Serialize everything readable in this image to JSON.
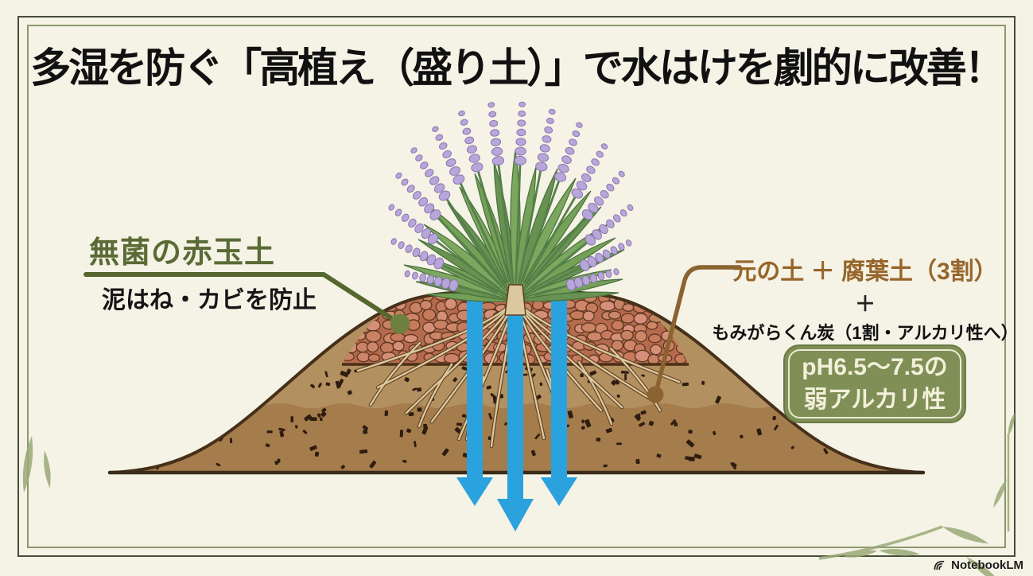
{
  "title": "多湿を防ぐ「高植え（盛り土）」で水はけを劇的に改善！",
  "labels": {
    "left": {
      "heading": "無菌の赤玉土",
      "sub": "泥はね・カビを防止"
    },
    "right": {
      "line1": "元の土 ＋ 腐葉土（3割）",
      "plus": "＋",
      "line2": "もみがらくん炭（1割・アルカリ性へ）"
    },
    "ph_box": {
      "line1": "pH6.5〜7.5の",
      "line2": "弱アルカリ性"
    }
  },
  "footer": {
    "brand": "NotebookLM"
  },
  "icons": {
    "notebooklm_logo": "nested-arcs",
    "water_arrow": "↓"
  },
  "colors": {
    "background": "#f5f2e6",
    "frame_outer": "#474d38",
    "frame_inner": "#8b996b",
    "title_text": "#111111",
    "green_label": "#5a6b35",
    "green_line": "#55662f",
    "green_dot": "#6e8040",
    "brown_label": "#96652a",
    "brown_line": "#8a6330",
    "ph_box_bg": "#7f8f55",
    "ph_box_text": "#f2efda",
    "water_arrow": "#2aa2de",
    "akadama_bg": "#b66a4d",
    "pebble": "#cd8668",
    "pebble_outline": "#5c3620",
    "soil_mid": "#b3905f",
    "soil_bottom": "#a57c4c",
    "mound_outline": "#46301a",
    "speckle": "#2e1d10",
    "root_light": "#dcc89e",
    "root_dark": "#5f4022",
    "leaf_green": "#74a058",
    "leaf_dark": "#49703c",
    "flower": "#b7a6d9",
    "flower_outline": "#8a76b0",
    "deco_leaf": "#9aaa77",
    "ground_line": "#3a2a18"
  }
}
